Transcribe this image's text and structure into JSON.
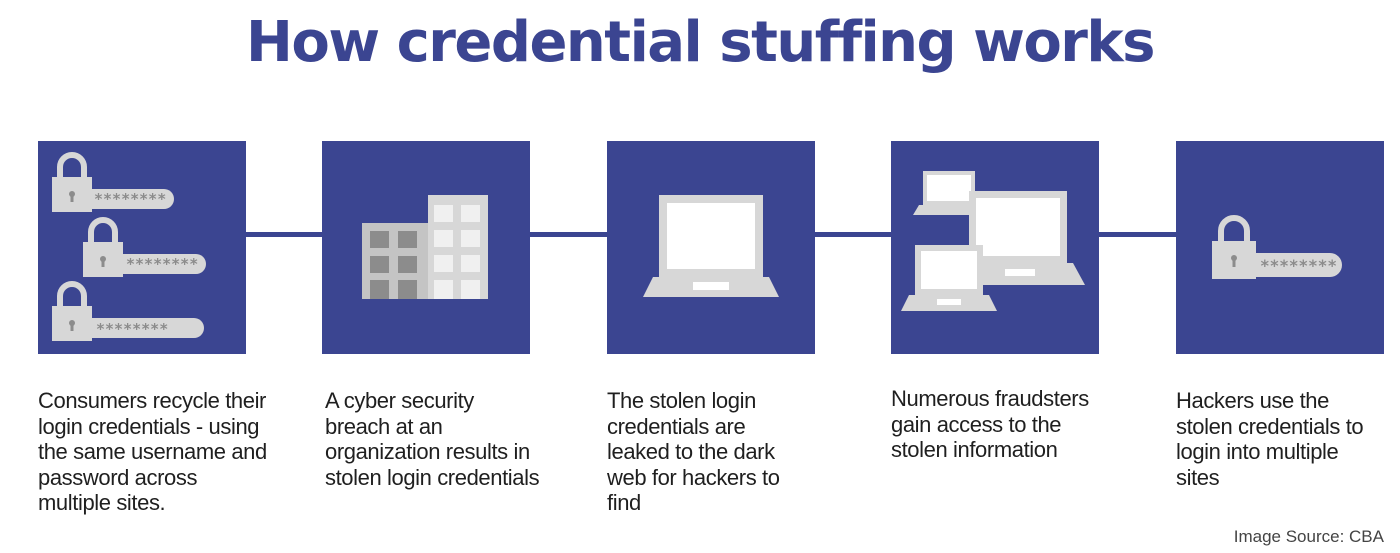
{
  "title": "How credential stuffing works",
  "colors": {
    "accent": "#3b4591",
    "icon_gray": "#d7d7d7",
    "dark_gray": "#8c8c8c"
  },
  "password_mask": "********",
  "steps": [
    {
      "icon": "multiple-padlock-passwords-icon",
      "caption": "Consumers recycle their login credentials - using the same username and password across multiple sites."
    },
    {
      "icon": "office-building-icon",
      "caption": "A cyber security breach at an organization results in stolen login credentials"
    },
    {
      "icon": "laptop-icon",
      "caption": "The stolen login credentials are leaked to the dark web for hackers to find"
    },
    {
      "icon": "multiple-laptops-icon",
      "caption": "Numerous fraudsters gain access to the stolen information"
    },
    {
      "icon": "padlock-password-icon",
      "caption": "Hackers use the stolen credentials to login into multiple sites"
    }
  ],
  "source": "Image Source: CBA"
}
